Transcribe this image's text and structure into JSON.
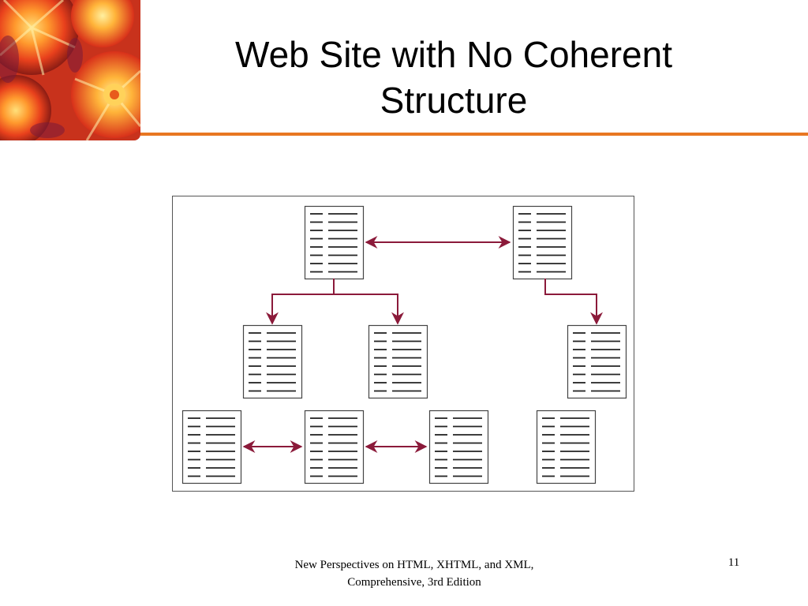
{
  "slide": {
    "title_line1": "Web Site with No Coherent",
    "title_line2": "Structure",
    "footer_line1": "New Perspectives on HTML, XHTML, and XML,",
    "footer_line2": "Comprehensive, 3rd Edition",
    "slide_number": "11"
  },
  "colors": {
    "accent": "#e87722",
    "arrow": "#8b1a3a",
    "page_border": "#444444",
    "page_lines": "#222222"
  },
  "decor": {
    "corner_image": "orange-floral-kaleidoscope"
  },
  "diagram": {
    "pages": [
      {
        "id": "p1",
        "level": 1
      },
      {
        "id": "p2",
        "level": 1
      },
      {
        "id": "p3",
        "level": 2
      },
      {
        "id": "p4",
        "level": 2
      },
      {
        "id": "p5",
        "level": 2
      },
      {
        "id": "p6",
        "level": 3
      },
      {
        "id": "p7",
        "level": 3
      },
      {
        "id": "p8",
        "level": 3
      },
      {
        "id": "p9",
        "level": 3
      }
    ],
    "links": [
      {
        "from": "p1",
        "to": "p2",
        "type": "bidirectional"
      },
      {
        "from": "p1",
        "to": "p3",
        "type": "directed"
      },
      {
        "from": "p1",
        "to": "p4",
        "type": "directed"
      },
      {
        "from": "p2",
        "to": "p5",
        "type": "directed"
      },
      {
        "from": "p6",
        "to": "p7",
        "type": "bidirectional"
      },
      {
        "from": "p7",
        "to": "p8",
        "type": "bidirectional"
      }
    ]
  }
}
